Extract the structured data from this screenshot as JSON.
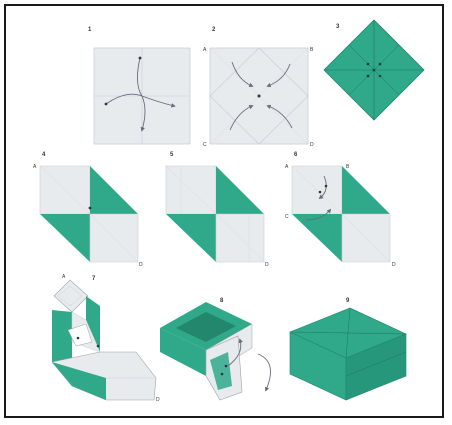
{
  "colors": {
    "paper": "#e8ebee",
    "teal": "#2fa98a",
    "teal_dark": "#23876e",
    "fold_line": "#c9ced4",
    "arrow": "#6a6a7a",
    "dot": "#333333"
  },
  "steps": [
    {
      "number": "1"
    },
    {
      "number": "2"
    },
    {
      "number": "3"
    },
    {
      "number": "4"
    },
    {
      "number": "5"
    },
    {
      "number": "6"
    },
    {
      "number": "7"
    },
    {
      "number": "8"
    },
    {
      "number": "9"
    }
  ],
  "corner_labels": {
    "a": "A",
    "b": "B",
    "c": "C",
    "d": "D"
  }
}
